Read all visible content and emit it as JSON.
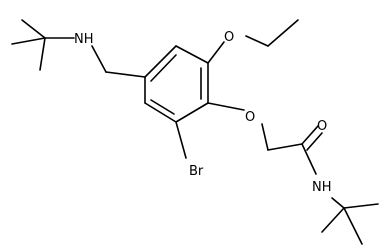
{
  "structure": {
    "atom_labels": {
      "amine_nh": "NH",
      "ether_o": "O",
      "ethoxy_o": "O",
      "bromine": "Br",
      "carbonyl_o": "O",
      "amide_nh": "NH"
    },
    "colors": {
      "bond": "#000000",
      "text": "#000000",
      "background": "#ffffff"
    }
  }
}
